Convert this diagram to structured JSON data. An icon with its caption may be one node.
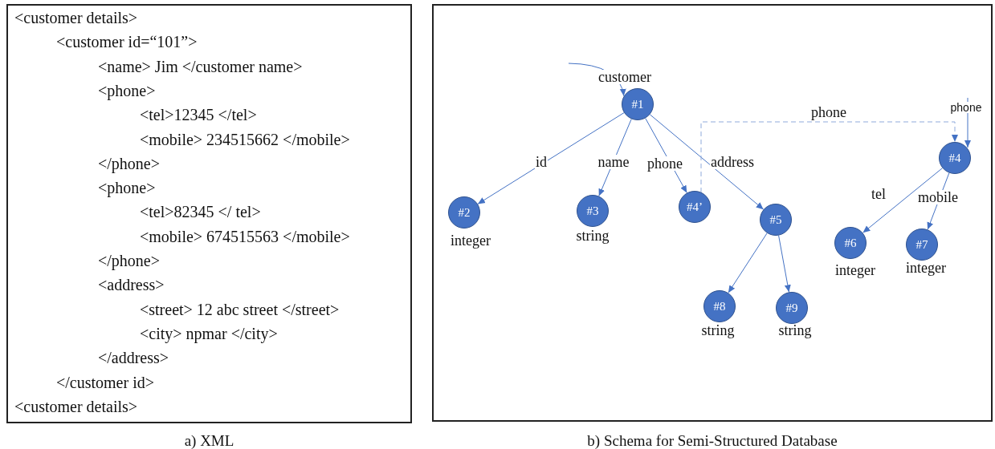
{
  "diagram": {
    "nodes": [
      {
        "text": [
          "<customer details>",
          "<customer id=“101”>",
          "<name> Jim </customer name>",
          "<phone>",
          "<tel>12345 </tel>",
          "<mobile> 234515662 </mobile>",
          "</phone>",
          "<phone>",
          "<tel>82345 </ tel>",
          "<mobile> 674515563 </mobile>",
          "</phone>",
          "<address>",
          "<street> 12 abc street </street>",
          "<city> npmar </city>",
          "</address>",
          "</customer id>",
          "<customer details>"
        ],
        "beside": [
          "a) XML"
        ]
      },
      {
        "text": [],
        "shape": "box",
        "beside": [
          "b) Schema for Semi-Structured Database"
        ]
      },
      {
        "text": [
          "#1"
        ],
        "in": 1
      },
      {
        "text": [
          "#2"
        ],
        "in": 1,
        "beside": [
          "integer"
        ]
      },
      {
        "text": [
          "#3"
        ],
        "in": 1,
        "beside": [
          "string"
        ]
      },
      {
        "text": [
          "#4’"
        ],
        "in": 1
      },
      {
        "text": [
          "#5"
        ],
        "in": 1
      },
      {
        "text": [
          "#4"
        ],
        "in": 1
      },
      {
        "text": [
          "#6"
        ],
        "in": 1,
        "beside": [
          "integer"
        ]
      },
      {
        "text": [
          "#7"
        ],
        "in": 1,
        "beside": [
          "integer"
        ]
      },
      {
        "text": [
          "#8"
        ],
        "in": 1,
        "beside": [
          "string"
        ]
      },
      {
        "text": [
          "#9"
        ],
        "in": 1,
        "beside": [
          "string"
        ]
      }
    ],
    "edges": [
      {
        "from": null,
        "to": 2,
        "arrow": "to",
        "label": "customer"
      },
      {
        "from": 2,
        "to": 3,
        "arrow": "to",
        "label": "id"
      },
      {
        "from": 2,
        "to": 4,
        "arrow": "to",
        "label": "name"
      },
      {
        "from": 2,
        "to": 5,
        "arrow": "to",
        "label": "phone"
      },
      {
        "from": 2,
        "to": 6,
        "arrow": "to",
        "label": "address"
      },
      {
        "from": 5,
        "to": 7,
        "arrow": "to",
        "label": "phone",
        "style": "dashed"
      },
      {
        "from": null,
        "to": 7,
        "arrow": "to",
        "label": "phone"
      },
      {
        "from": 7,
        "to": 8,
        "arrow": "to",
        "label": "tel"
      },
      {
        "from": 7,
        "to": 9,
        "arrow": "to",
        "label": "mobile"
      },
      {
        "from": 6,
        "to": 10,
        "arrow": "to"
      },
      {
        "from": 6,
        "to": 11,
        "arrow": "to"
      }
    ]
  }
}
